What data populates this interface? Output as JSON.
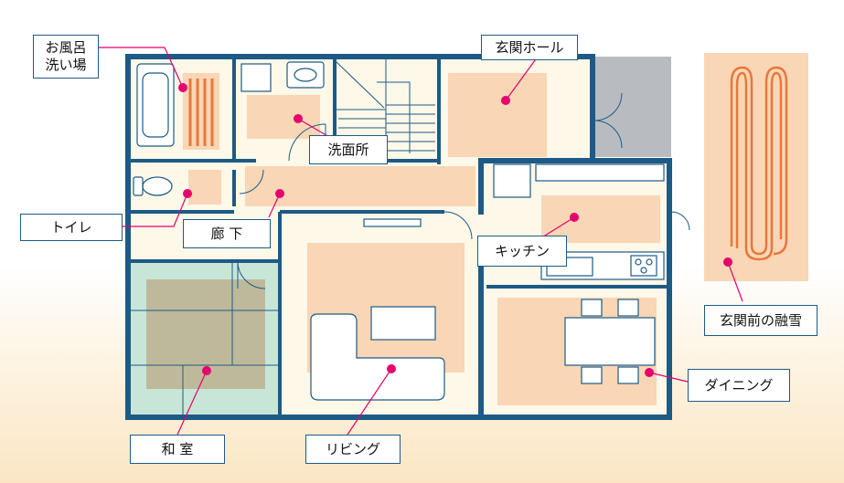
{
  "rooms": {
    "bath": "お風呂\n洗い場",
    "entrance_hall": "玄関ホール",
    "washroom": "洗面所",
    "toilet": "トイレ",
    "hallway": "廊 下",
    "kitchen": "キッチン",
    "snow_melting": "玄関前の融雪",
    "dining": "ダイニング",
    "japanese_room": "和 室",
    "living": "リビング"
  },
  "colors": {
    "wall": "#1d5a86",
    "floor": "#fdf8e8",
    "heating_zone": "#f9d6b6",
    "tatami": "#c8e6d8",
    "tatami_zone": "#bdb090",
    "pipe": "#e8783a",
    "marker": "#e5006e",
    "leader": "#e5006e"
  }
}
